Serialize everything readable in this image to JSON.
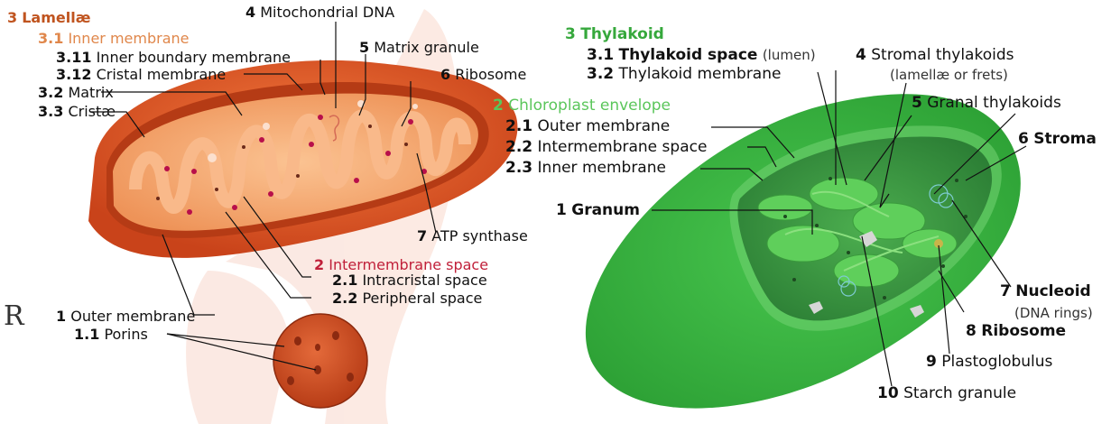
{
  "mito": {
    "lamellae": {
      "num": "3",
      "text": "Lamellæ"
    },
    "inner_membrane": {
      "num": "3.1",
      "text": "Inner membrane"
    },
    "inner_boundary": {
      "num": "3.11",
      "text": "Inner boundary membrane"
    },
    "cristal_membrane": {
      "num": "3.12",
      "text": "Cristal membrane"
    },
    "matrix": {
      "num": "3.2",
      "text": "Matrix"
    },
    "cristae": {
      "num": "3.3",
      "text": "Cristæ"
    },
    "mito_dna": {
      "num": "4",
      "text": "Mitochondrial DNA"
    },
    "matrix_granule": {
      "num": "5",
      "text": "Matrix granule"
    },
    "ribosome": {
      "num": "6",
      "text": "Ribosome"
    },
    "atp_synthase": {
      "num": "7",
      "text": "ATP synthase"
    },
    "intermembrane": {
      "num": "2",
      "text": "Intermembrane space"
    },
    "intracristal": {
      "num": "2.1",
      "text": "Intracristal space"
    },
    "peripheral": {
      "num": "2.2",
      "text": "Peripheral space"
    },
    "outer_membrane": {
      "num": "1",
      "text": "Outer membrane"
    },
    "porins": {
      "num": "1.1",
      "text": "Porins"
    }
  },
  "chloro": {
    "thylakoid": {
      "num": "3",
      "text": "Thylakoid"
    },
    "thylakoid_space": {
      "num": "3.1",
      "text": "Thylakoid space",
      "note": "(lumen)"
    },
    "thylakoid_membrane": {
      "num": "3.2",
      "text": "Thylakoid membrane"
    },
    "stromal_thylakoids": {
      "num": "4",
      "text": "Stromal thylakoids",
      "note": "(lamellæ or frets)"
    },
    "envelope": {
      "num": "2",
      "text": "Chloroplast envelope"
    },
    "outer_membrane": {
      "num": "2.1",
      "text": "Outer membrane"
    },
    "intermembrane": {
      "num": "2.2",
      "text": "Intermembrane space"
    },
    "inner_membrane": {
      "num": "2.3",
      "text": "Inner membrane"
    },
    "granal_thylakoids": {
      "num": "5",
      "text": "Granal thylakoids"
    },
    "stroma": {
      "num": "6",
      "text": "Stroma"
    },
    "granum": {
      "num": "1",
      "text": "Granum"
    },
    "nucleoid": {
      "num": "7",
      "text": "Nucleoid",
      "note": "(DNA rings)"
    },
    "ribosome": {
      "num": "8",
      "text": "Ribosome"
    },
    "plastoglobulus": {
      "num": "9",
      "text": "Plastoglobulus"
    },
    "starch": {
      "num": "10",
      "text": "Starch granule"
    }
  },
  "margin_letter": "R",
  "colors": {
    "mito_outer": "#e8622a",
    "mito_inner": "#f6a66a",
    "chloro_outer": "#3db843",
    "chloro_inner": "#2f8f3a",
    "heading_orange": "#c0541f",
    "heading_green": "#36a83c",
    "intermembrane_red": "#c0203a"
  }
}
